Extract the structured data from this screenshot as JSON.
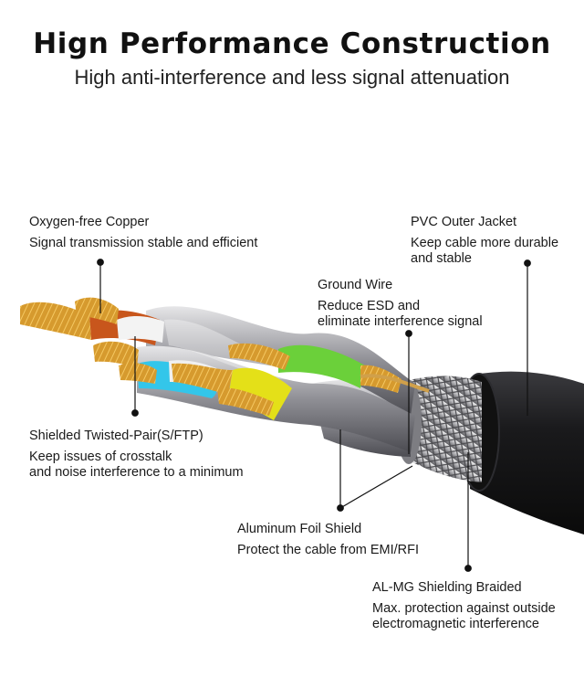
{
  "header": {
    "title": "Hign Performance Construction",
    "subtitle": "High anti-interference and less signal attenuation"
  },
  "callouts": {
    "copper": {
      "title": "Oxygen-free Copper",
      "desc": "Signal transmission stable and efficient"
    },
    "jacket": {
      "title": "PVC Outer Jacket",
      "desc_1": "Keep cable more durable",
      "desc_2": "and stable"
    },
    "ground": {
      "title": "Ground Wire",
      "desc_1": "Reduce ESD and",
      "desc_2": "eliminate interference signal"
    },
    "twisted": {
      "title": "Shielded Twisted-Pair(S/FTP)",
      "desc_1": "Keep issues of crosstalk",
      "desc_2": "and noise interference to a minimum"
    },
    "foil": {
      "title": "Aluminum Foil Shield",
      "desc": "Protect the cable from EMI/RFI"
    },
    "braid": {
      "title": "AL-MG Shielding Braided",
      "desc_1": "Max. protection against outside",
      "desc_2": "electromagnetic interference"
    }
  },
  "colors": {
    "jacket": "#1c1c1e",
    "copper": "#d69a2e",
    "pair_orange": "#c8561c",
    "pair_cyan": "#33c6ea",
    "pair_yellow": "#e4e018",
    "pair_green": "#6bd03a",
    "foil": "#b9b9be"
  }
}
